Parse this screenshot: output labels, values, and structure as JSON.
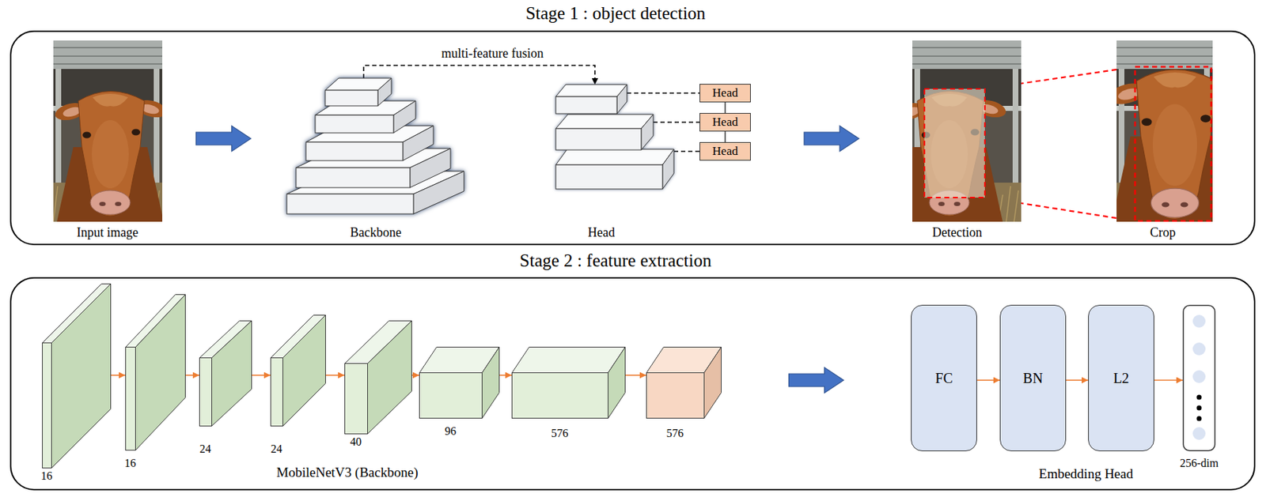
{
  "diagram": {
    "nodes": [
      {
        "text": [
          "Stage 1 : object detection"
        ]
      },
      {
        "text": [
          "Input image"
        ],
        "in": 0
      },
      {
        "text": [
          "Backbone"
        ],
        "in": 0
      },
      {
        "text": [
          "Head"
        ],
        "in": 0
      },
      {
        "text": [
          "Head"
        ],
        "in": 0
      },
      {
        "text": [
          "Head"
        ],
        "in": 0
      },
      {
        "text": [
          "Head"
        ],
        "in": 0
      },
      {
        "text": [
          "Detection"
        ],
        "in": 0
      },
      {
        "text": [
          "Crop"
        ],
        "in": 0
      },
      {
        "text": [
          "Stage 2 : feature extraction"
        ]
      },
      {
        "text": [
          "16"
        ],
        "in": 9
      },
      {
        "text": [
          "16"
        ],
        "in": 9
      },
      {
        "text": [
          "24"
        ],
        "in": 9
      },
      {
        "text": [
          "24"
        ],
        "in": 9
      },
      {
        "text": [
          "40"
        ],
        "in": 9
      },
      {
        "text": [
          "96"
        ],
        "in": 9
      },
      {
        "text": [
          "576"
        ],
        "in": 9
      },
      {
        "text": [
          "576"
        ],
        "in": 9
      },
      {
        "text": [
          "FC"
        ],
        "in": 9
      },
      {
        "text": [
          "BN"
        ],
        "in": 9
      },
      {
        "text": [
          "L2"
        ],
        "in": 9
      },
      {
        "text": [
          "256-dim"
        ],
        "in": 9
      }
    ],
    "edges": [
      {
        "from": 1,
        "to": 2,
        "arrow": "to"
      },
      {
        "from": 2,
        "to": 3,
        "label": "multi-feature fusion",
        "arrow": "to"
      },
      {
        "from": 3,
        "to": 4,
        "arrow": "none"
      },
      {
        "from": 3,
        "to": 5,
        "arrow": "none"
      },
      {
        "from": 3,
        "to": 6,
        "arrow": "none"
      },
      {
        "from": 4,
        "to": 5,
        "arrow": "none"
      },
      {
        "from": 5,
        "to": 6,
        "arrow": "none"
      },
      {
        "from": 5,
        "to": 7,
        "arrow": "to"
      },
      {
        "from": 7,
        "to": 8,
        "arrow": "none"
      },
      {
        "from": 10,
        "to": 11,
        "arrow": "to"
      },
      {
        "from": 11,
        "to": 12,
        "arrow": "to"
      },
      {
        "from": 12,
        "to": 13,
        "arrow": "to"
      },
      {
        "from": 13,
        "to": 14,
        "arrow": "to"
      },
      {
        "from": 14,
        "to": 15,
        "arrow": "to"
      },
      {
        "from": 15,
        "to": 16,
        "arrow": "to"
      },
      {
        "from": 16,
        "to": 17,
        "arrow": "to"
      },
      {
        "from": 17,
        "to": 18,
        "arrow": "to"
      },
      {
        "from": 18,
        "to": 19,
        "arrow": "to"
      },
      {
        "from": 19,
        "to": 20,
        "arrow": "to"
      },
      {
        "from": 20,
        "to": 21,
        "arrow": "to"
      }
    ],
    "labels": [
      "MobileNetV3 (Backbone)",
      "Embedding Head"
    ]
  }
}
